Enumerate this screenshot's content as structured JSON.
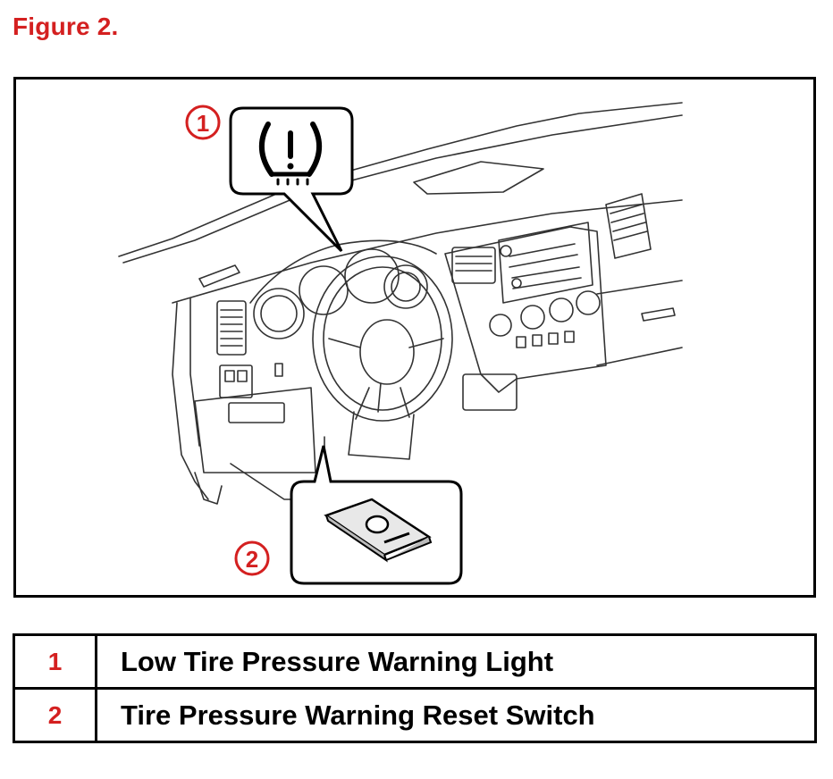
{
  "figure_label": "Figure 2.",
  "callouts": [
    {
      "number": "1",
      "icon": "tire-pressure-warning-icon"
    },
    {
      "number": "2",
      "icon": "reset-switch-icon"
    }
  ],
  "legend": [
    {
      "number": "1",
      "label": "Low Tire Pressure Warning Light"
    },
    {
      "number": "2",
      "label": "Tire Pressure Warning Reset Switch"
    }
  ],
  "colors": {
    "accent": "#d42020",
    "line": "#000000",
    "background": "#ffffff"
  }
}
